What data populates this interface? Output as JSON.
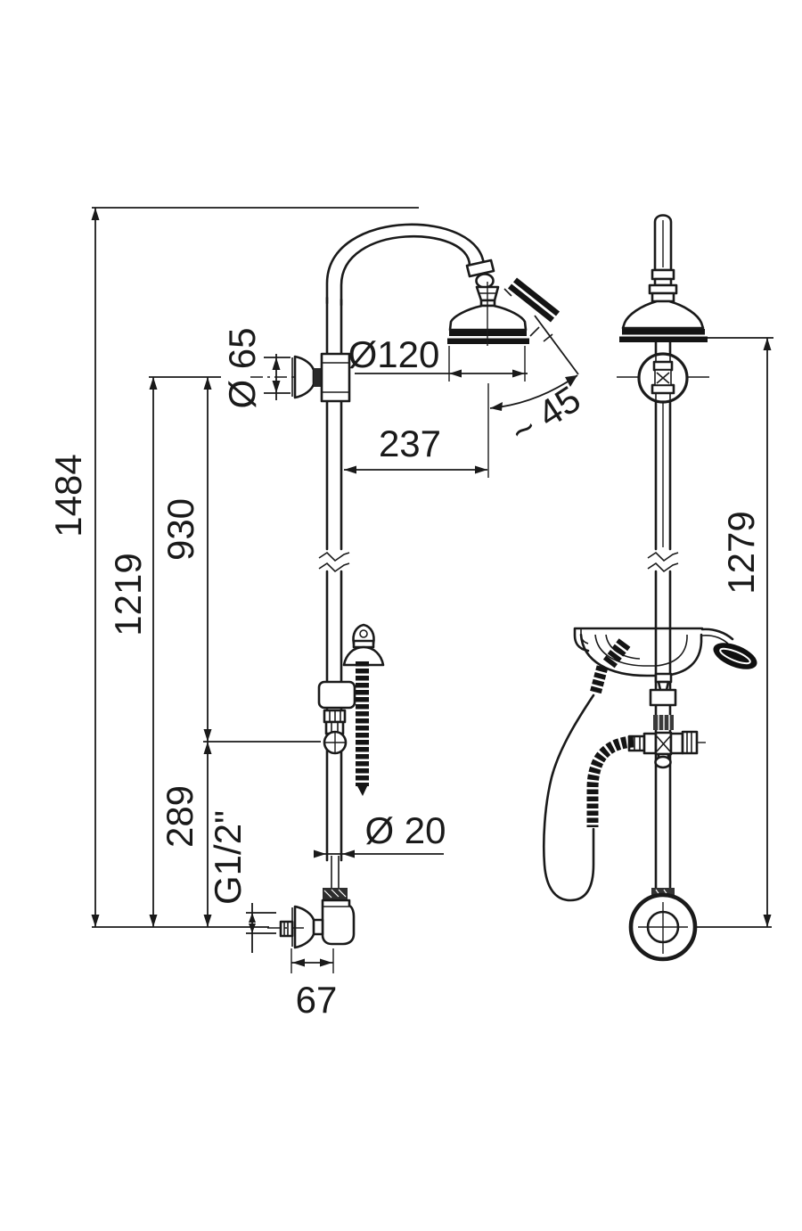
{
  "page": {
    "background_color": "#ffffff",
    "line_color": "#1a1a1a"
  },
  "drawing": {
    "type": "technical dimension drawing of shower column, two views",
    "dimension_labels": {
      "overall_height": "1484",
      "column_height": "1219",
      "upper_section": "930",
      "lower_section": "289",
      "flange_diameter": "Ø 65",
      "shower_head_diameter": "Ø120",
      "head_projection": "237",
      "head_angle": "~ 45",
      "front_view_height": "1279",
      "connection_thread": "G1/2\"",
      "pipe_diameter": "Ø 20",
      "wall_offset": "67"
    }
  }
}
